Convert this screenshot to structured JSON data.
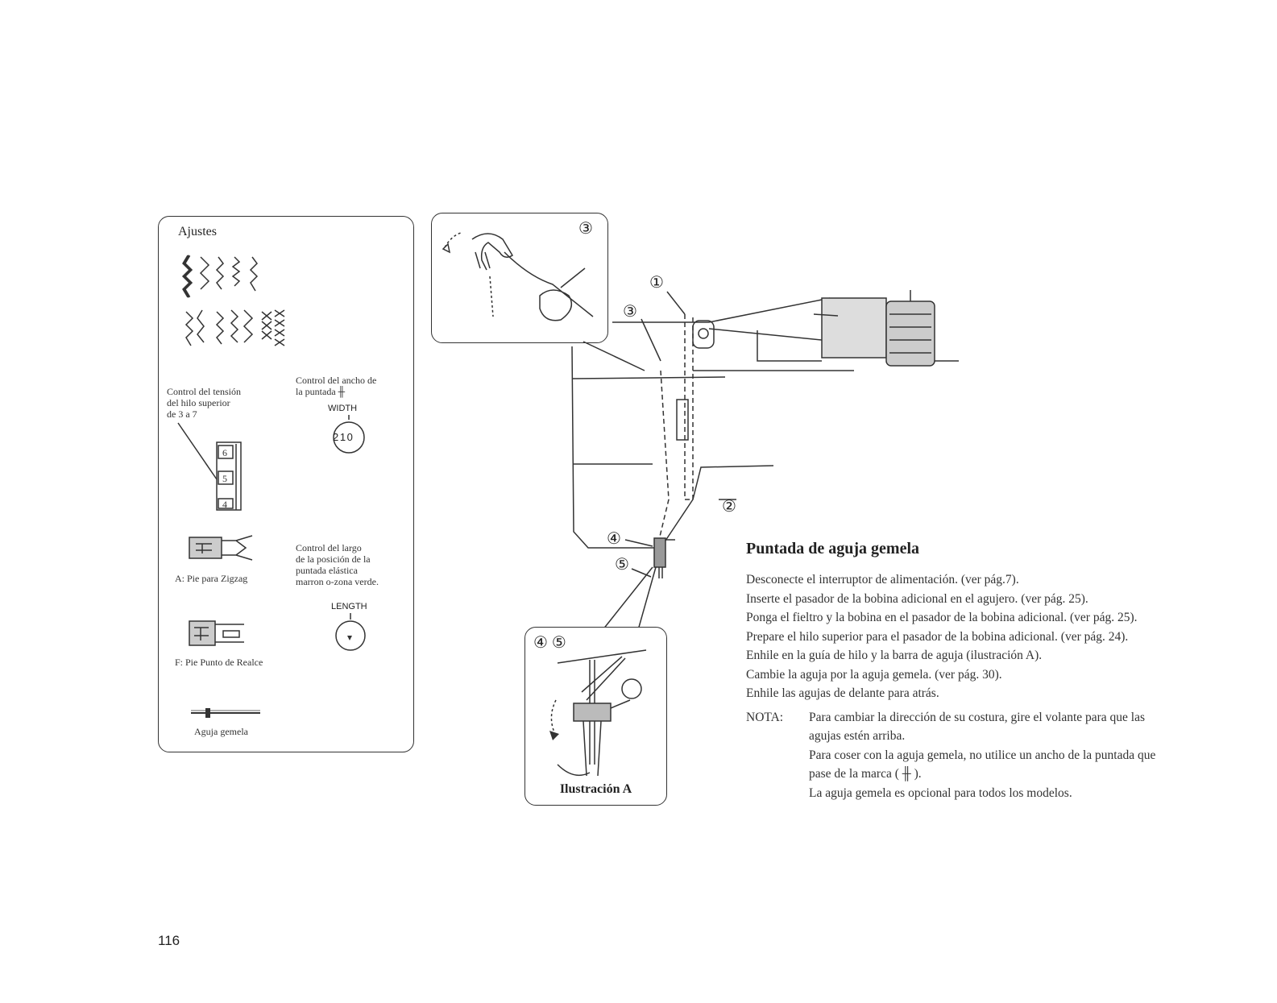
{
  "settings_panel": {
    "title": "Ajustes",
    "tension_label": [
      "Control del tensión",
      "del hilo superior",
      "de 3 a 7"
    ],
    "width_label": [
      "Control del ancho de",
      "la puntada"
    ],
    "width_dial_word": "WIDTH",
    "width_dial_digits": "2 1 0",
    "tension_digits": [
      "6",
      "5",
      "4"
    ],
    "length_label": [
      "Control del largo",
      "de la posición de la",
      "puntada elástica",
      "marron o-zona verde."
    ],
    "length_dial_word": "LENGTH",
    "foot_a_label": "A: Pie para Zigzag",
    "foot_f_label": "F: Pie Punto de Realce",
    "twin_needle_label": "Aguja gemela"
  },
  "callouts": {
    "n1": "①",
    "n2": "②",
    "n3": "③",
    "n4": "④",
    "n5": "⑤",
    "n45": "④ ⑤"
  },
  "illustration_caption": "Ilustración A",
  "instructions": {
    "heading": "Puntada de aguja gemela",
    "lines": [
      "Desconecte el interruptor de alimentación. (ver pág.7).",
      "Inserte el pasador de la bobina adicional en el agujero. (ver pág. 25).",
      "Ponga el fieltro y la bobina en el pasador de la bobina adicional. (ver pág. 25).",
      "Prepare el hilo superior para el pasador de la bobina adicional. (ver pág. 24).",
      "Enhile en la guía de hilo y la barra de aguja (ilustración A).",
      "Cambie la aguja por la aguja gemela. (ver pág. 30).",
      "Enhile las agujas de delante para atrás."
    ],
    "note_label": "NOTA:",
    "note_lines": [
      "Para cambiar la dirección de su costura, gire el volante para que las",
      "agujas estén arriba.",
      "Para coser con la aguja gemela, no utilice un ancho de la puntada que",
      "pase de la marca ( ╫ ).",
      "La aguja gemela es opcional para todos los modelos."
    ]
  },
  "page_number": "116"
}
